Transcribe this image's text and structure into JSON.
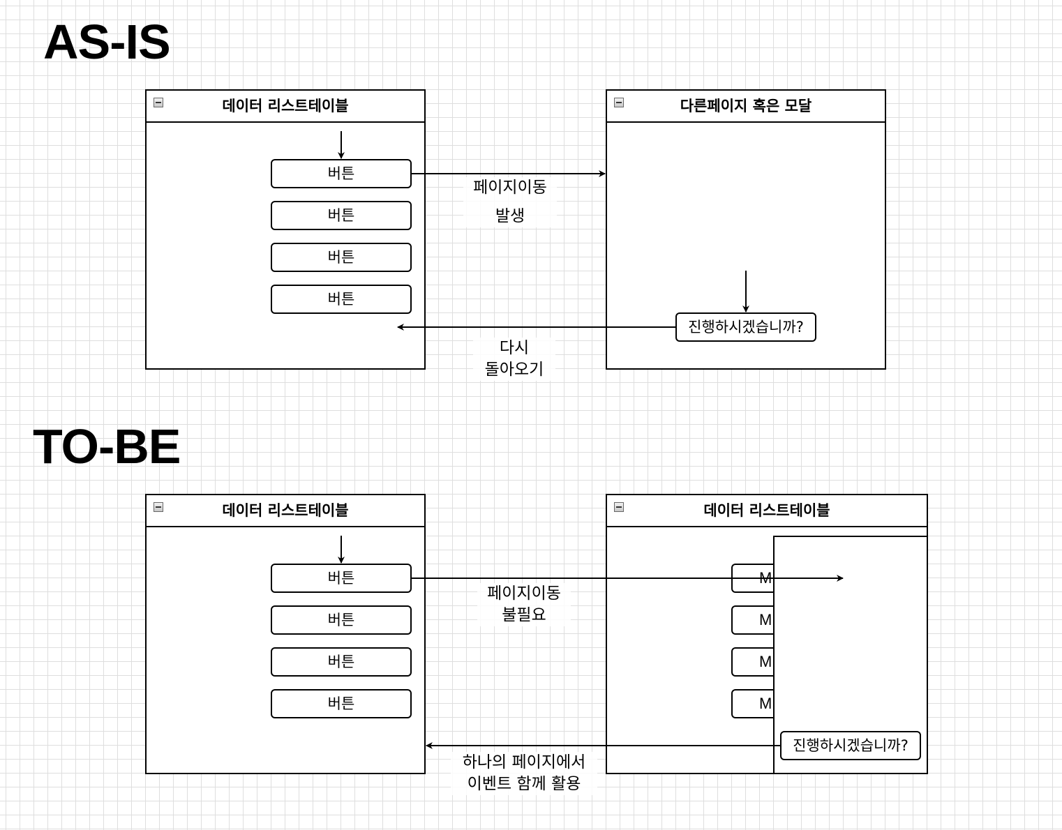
{
  "asis": {
    "heading": "AS-IS",
    "left_panel": {
      "title": "데이터 리스트테이블",
      "buttons": [
        "버튼",
        "버튼",
        "버튼",
        "버튼"
      ]
    },
    "right_panel": {
      "title": "다른페이지 혹은 모달",
      "confirm": "진행하시겠습니까?"
    },
    "edge_forward": {
      "line1": "페이지이동",
      "line2": "발생"
    },
    "edge_back": {
      "line1": "다시",
      "line2": "돌아오기"
    }
  },
  "tobe": {
    "heading": "TO-BE",
    "left_panel": {
      "title": "데이터 리스트테이블",
      "buttons": [
        "버튼",
        "버튼",
        "버튼",
        "버튼"
      ]
    },
    "right_panel": {
      "title": "데이터 리스트테이블",
      "buttons": [
        "M",
        "M",
        "M",
        "M"
      ],
      "confirm": "진행하시겠습니까?"
    },
    "edge_forward": {
      "line1": "페이지이동",
      "line2": "불필요"
    },
    "edge_back": {
      "line1": "하나의 페이지에서",
      "line2": "이벤트 함께 활용"
    }
  }
}
